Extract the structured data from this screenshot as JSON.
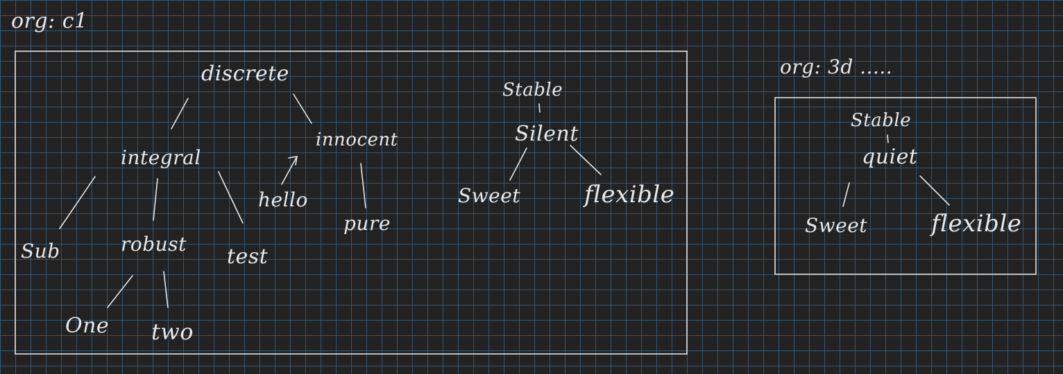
{
  "org_left": {
    "label": "org: c1"
  },
  "org_right": {
    "label": "org: 3d ....."
  },
  "tree_left": {
    "discrete": "discrete",
    "integral": "integral",
    "innocent": "innocent",
    "sub": "Sub",
    "robust": "robust",
    "test": "test",
    "hello": "hello",
    "pure": "pure",
    "one": "One",
    "two": "two"
  },
  "tree_mid": {
    "stable": "Stable",
    "silent": "Silent",
    "sweet": "Sweet",
    "flexible": "flexible"
  },
  "tree_right": {
    "stable": "Stable",
    "quiet": "quiet",
    "sweet": "Sweet",
    "flexible": "flexible"
  },
  "colors": {
    "background": "#222222",
    "grid": "#3a5f7d",
    "ink": "#e8e8e8"
  }
}
